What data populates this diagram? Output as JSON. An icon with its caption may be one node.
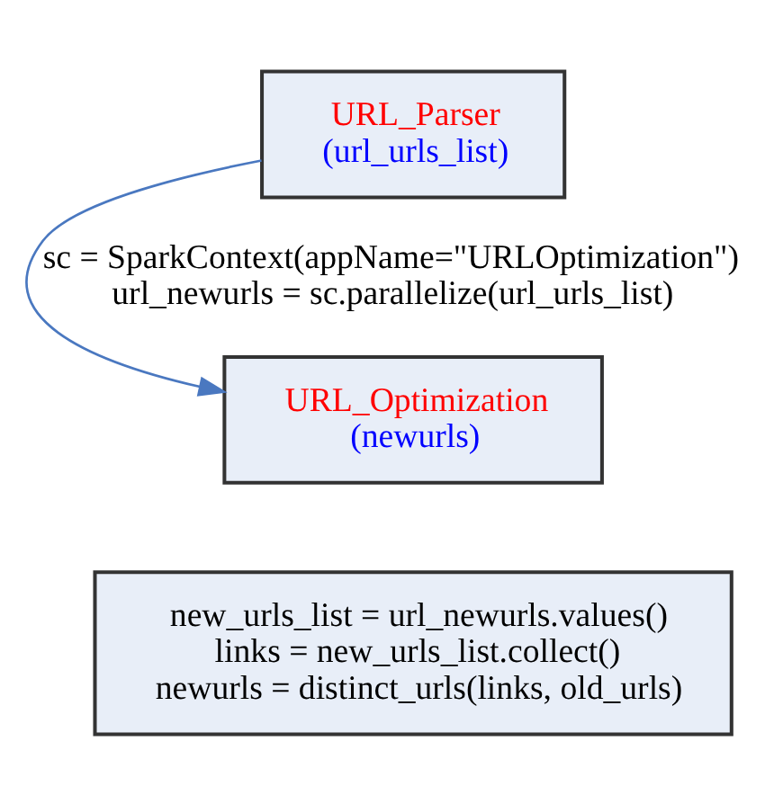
{
  "diagram": {
    "nodes": [
      {
        "text": [
          "URL_Parser",
          "(url_urls_list)"
        ]
      },
      {
        "text": [
          "URL_Optimization",
          "(newurls)"
        ]
      },
      {
        "text": [
          "new_urls_list = url_newurls.values()",
          "links = new_urls_list.collect()",
          "newurls = distinct_urls(links, old_urls)"
        ]
      }
    ],
    "edges": [
      {
        "from": 0,
        "to": 1,
        "arrow": "to",
        "label": "sc = SparkContext(appName=\"URLOptimization\") url_newurls = sc.parallelize(url_urls_list)"
      }
    ]
  }
}
